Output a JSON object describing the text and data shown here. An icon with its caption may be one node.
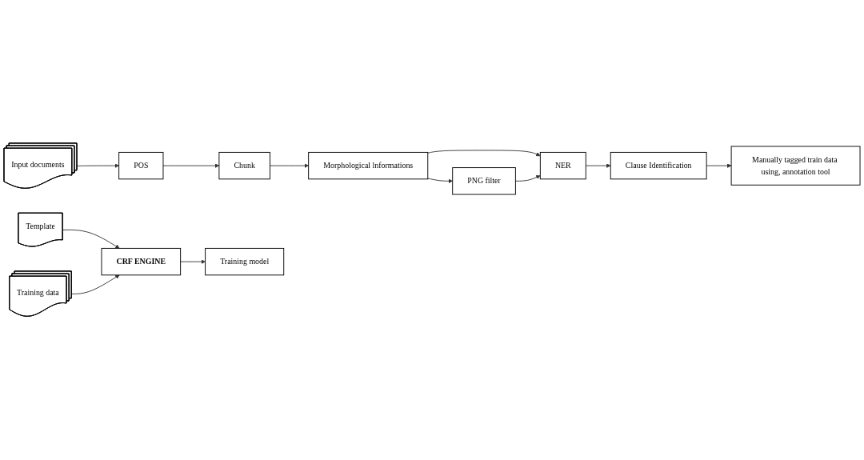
{
  "diagram": {
    "nodes": [
      {
        "text": [
          "Input documents"
        ]
      },
      {
        "text": [
          "POS"
        ]
      },
      {
        "text": [
          "Chunk"
        ]
      },
      {
        "text": [
          "Morphological lnformations"
        ]
      },
      {
        "text": [
          "NER"
        ]
      },
      {
        "text": [
          "Clause Identification"
        ]
      },
      {
        "text": [
          "PNG filter"
        ]
      },
      {
        "text": [
          "Manually tagged train data using, annotation tool"
        ]
      },
      {
        "text": [
          "Template"
        ]
      },
      {
        "text": [
          "Training data"
        ]
      },
      {
        "text": [
          "CRF ENGINE"
        ]
      },
      {
        "text": [
          "Training model"
        ]
      }
    ],
    "edges": [
      {
        "from": 0,
        "to": 1,
        "arrow": "to"
      },
      {
        "from": 1,
        "to": 2,
        "arrow": "to"
      },
      {
        "from": 2,
        "to": 3,
        "arrow": "to"
      },
      {
        "from": 3,
        "to": 4,
        "arrow": "to"
      },
      {
        "from": 3,
        "to": 6,
        "arrow": "to"
      },
      {
        "from": 6,
        "to": 4,
        "arrow": "to"
      },
      {
        "from": 4,
        "to": 5,
        "arrow": "to"
      },
      {
        "from": 5,
        "to": 7,
        "arrow": "to"
      },
      {
        "from": 8,
        "to": 10,
        "arrow": "to"
      },
      {
        "from": 9,
        "to": 10,
        "arrow": "to"
      },
      {
        "from": 10,
        "to": 11,
        "arrow": "to"
      }
    ]
  }
}
